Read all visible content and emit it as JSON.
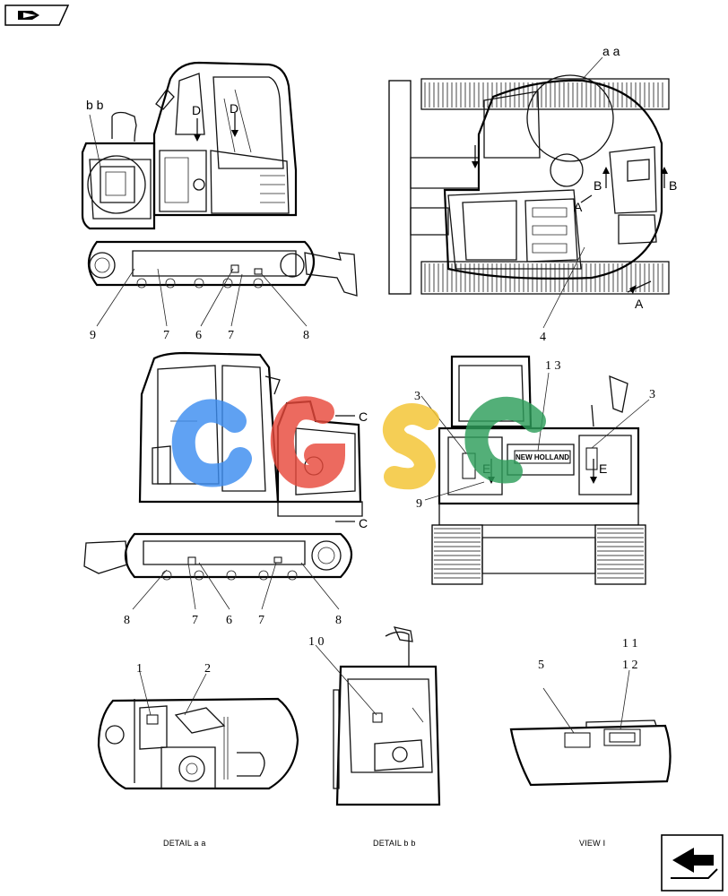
{
  "navigation": {
    "prev_icon": "book-arrow-icon",
    "next_icon": "next-page-arrow-icon"
  },
  "detail_labels": {
    "aa": "a a",
    "bb": "b b"
  },
  "view_letters": {
    "a": "A",
    "b": "B",
    "c": "C",
    "d": "D",
    "e": "E"
  },
  "callouts": {
    "c1": "1",
    "c2": "2",
    "c3": "3",
    "c4": "4",
    "c5": "5",
    "c6": "6",
    "c7": "7",
    "c8": "8",
    "c9": "9",
    "c10": "1 0",
    "c11": "1 1",
    "c12": "1 2",
    "c13": "1 3"
  },
  "brand_text": "NEW HOLLAND",
  "captions": {
    "detail_aa": "DETAIL a a",
    "detail_bb": "DETAIL b b",
    "view_1": "VIEW Ⅰ"
  },
  "watermark": {
    "text": "cGSc",
    "colors": [
      "#3d8df0",
      "#e84a3c",
      "#f4c430",
      "#2e9e5b"
    ]
  }
}
